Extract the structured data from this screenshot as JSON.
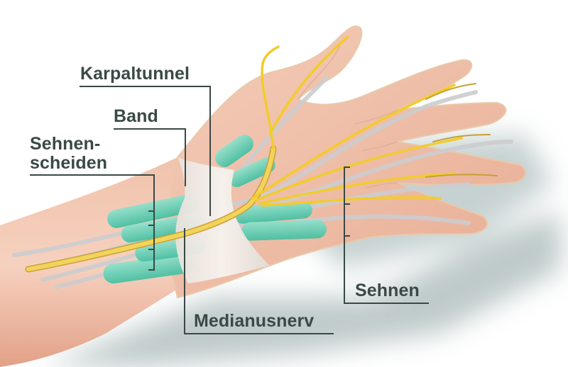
{
  "figure": {
    "subject": "carpal tunnel anatomy of the hand",
    "background_color": "#ffffff",
    "label_color": "#3a4946",
    "colors": {
      "skin": "#f2c4ad",
      "skin_dark": "#d9947a",
      "nerve": "#f5d33a",
      "tendon_sheath": "#5fd1b6",
      "tendon": "#cfcfd2",
      "ligament": "#f1ece6",
      "shadow": "#a9b9b8"
    }
  },
  "labels": {
    "karpaltunnel": "Karpaltunnel",
    "band": "Band",
    "sehnenscheiden_line1": "Sehnen-",
    "sehnenscheiden_line2": "scheiden",
    "medianusnerv": "Medianusnerv",
    "sehnen": "Sehnen"
  }
}
